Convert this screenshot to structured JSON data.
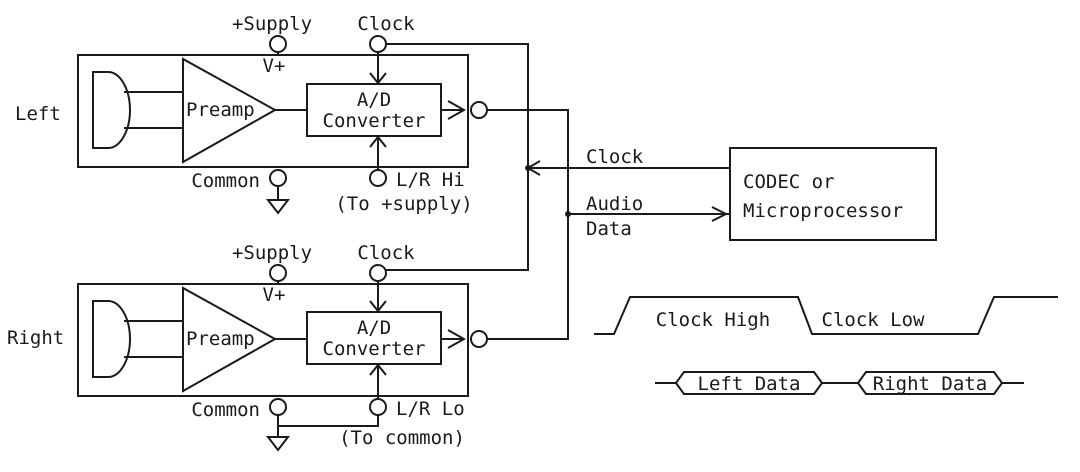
{
  "channels": {
    "left": {
      "name": "Left",
      "supply_label": "+Supply",
      "vplus_label": "V+",
      "clock_label": "Clock",
      "preamp_label": "Preamp",
      "adc_line1": "A/D",
      "adc_line2": "Converter",
      "common_label": "Common",
      "lr_label": "L/R Hi",
      "lr_note": "(To +supply)"
    },
    "right": {
      "name": "Right",
      "supply_label": "+Supply",
      "vplus_label": "V+",
      "clock_label": "Clock",
      "preamp_label": "Preamp",
      "adc_line1": "A/D",
      "adc_line2": "Converter",
      "common_label": "Common",
      "lr_label": "L/R Lo",
      "lr_note": "(To common)"
    }
  },
  "bus": {
    "clock_label": "Clock",
    "audio_label": "Audio",
    "data_label": "Data"
  },
  "codec": {
    "line1": "CODEC or",
    "line2": "Microprocessor"
  },
  "timing": {
    "clock_high": "Clock High",
    "clock_low": "Clock Low",
    "left_data": "Left Data",
    "right_data": "Right Data"
  }
}
